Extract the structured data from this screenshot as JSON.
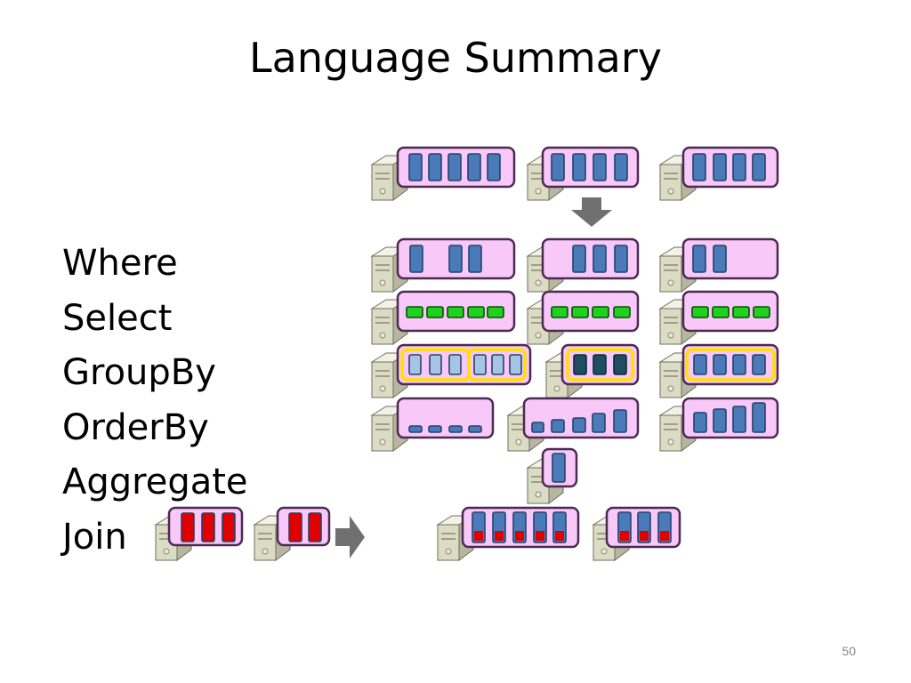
{
  "title": "Language Summary",
  "operators": [
    {
      "id": "where",
      "label": "Where"
    },
    {
      "id": "select",
      "label": "Select"
    },
    {
      "id": "groupby",
      "label": "GroupBy"
    },
    {
      "id": "orderby",
      "label": "OrderBy"
    },
    {
      "id": "aggregate",
      "label": "Aggregate"
    },
    {
      "id": "join",
      "label": "Join"
    }
  ],
  "page_number": "50",
  "colors": {
    "partition_fill": "#f8c8f8",
    "partition_border": "#4a2a52",
    "record_blue": "#4a7ab8",
    "record_blue_border": "#23436e",
    "record_light_blue": "#a8c4e4",
    "record_dark_teal": "#1f4e63",
    "record_green": "#1ed21e",
    "record_green_border": "#0a4a0a",
    "record_red": "#e00000",
    "group_highlight": "#ffe000",
    "arrow_gray": "#707070",
    "server_body": "#dcdcc4"
  },
  "icons": [
    "server-icon",
    "down-arrow-icon",
    "right-arrow-icon"
  ]
}
